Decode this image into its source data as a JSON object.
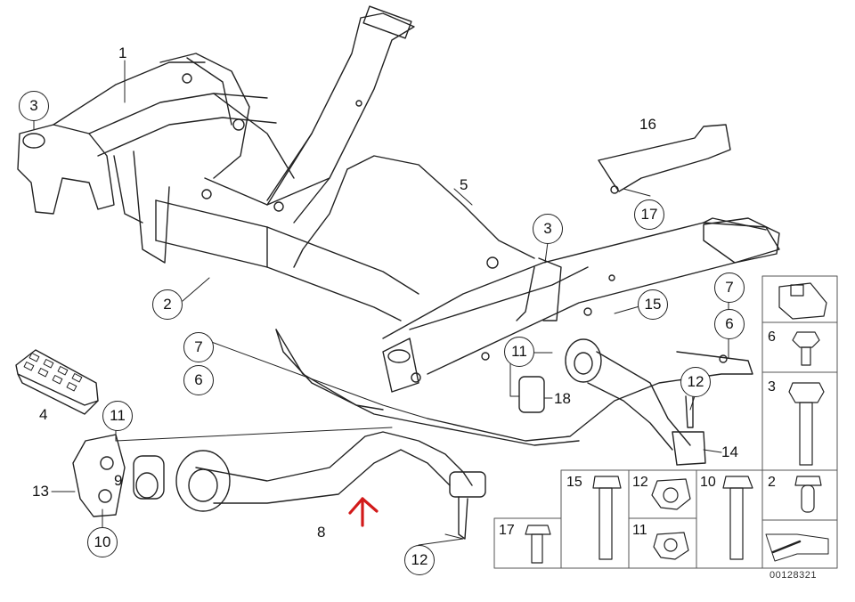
{
  "callouts": {
    "c1": "1",
    "c2": "2",
    "c3a": "3",
    "c3b": "3",
    "c4": "4",
    "c5": "5",
    "c6a": "6",
    "c6b": "6",
    "c7a": "7",
    "c7b": "7",
    "c8": "8",
    "c9": "9",
    "c10": "10",
    "c11a": "11",
    "c11b": "11",
    "c12a": "12",
    "c12b": "12",
    "c13": "13",
    "c14": "14",
    "c15": "15",
    "c16": "16",
    "c17": "17",
    "c18": "18"
  },
  "parts_table": {
    "right_column": [
      "6",
      "3"
    ],
    "bottom_row_top": [
      "15",
      "12",
      "10",
      "2"
    ],
    "bottom_row_bottom": [
      "17",
      "11"
    ]
  },
  "document_number": "00128321",
  "colors": {
    "line": "#222222",
    "highlight_arrow": "#d21a1a"
  }
}
